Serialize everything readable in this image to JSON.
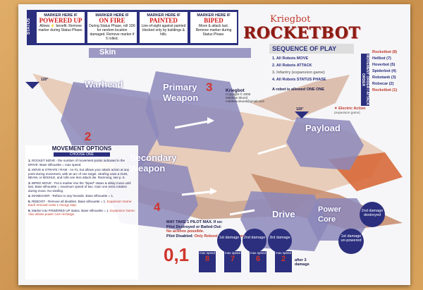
{
  "status": {
    "label": "STATUS",
    "powered_up": {
      "head": "MARKER HERE IF",
      "big": "POWERED UP",
      "text": "Allows ⚡ benefit. Remove marker during Status Phase."
    },
    "on_fire": {
      "head": "MARKER HERE IF",
      "big": "ON FIRE",
      "text": "During Status Phase, roll 1D6 for random location damaged. Remove marker if 5 rolled."
    },
    "painted": {
      "head": "MARKER HERE IF",
      "big": "PAINTED",
      "text": "Line-of-sight against painted blocked only by buildings & hills."
    },
    "biped": {
      "head": "MARKER HERE IF",
      "big": "BIPED",
      "text": "Move & attack last. Remove marker during Status Phase."
    }
  },
  "logo": {
    "brand": "Kriegbot",
    "name": "ROCKETBOT"
  },
  "zones": {
    "skin": "Skin",
    "warhead": "Warhead",
    "primary": "Primary\nWeapon",
    "secondary": "Secondary\nWeapon",
    "payload": "Payload",
    "drive": "Drive",
    "power_core": "Power\nCore",
    "num_primary": "3",
    "num_secondary": "2",
    "num_drive": "4",
    "num_warhead_arc": "120°",
    "num_payload_arc": "120°"
  },
  "sequence": {
    "title": "SEQUENCE OF PLAY",
    "lines": [
      "1. All Robots MOVE",
      "2. All Robots ATTACK",
      "3. Infantry (expansion game)",
      "4. All Robots STATUS PHASE"
    ],
    "reboot_note": "A robot is allowed ONE ONE",
    "movement_order_label": "MOVEMENT ORDER / ATTACK ORDER",
    "order": [
      "Rocketbot (8)",
      "Hellbot (7)",
      "Hoverbot (5)",
      "Spiderbot (4)",
      "Robotank (3)",
      "Robocar (2)",
      "Rocketbot (1)"
    ]
  },
  "credit": {
    "title": "Kriegbot",
    "lines": [
      "Copyright © 2008",
      "Matthew Skund",
      "matthew.skund@gmail.com"
    ]
  },
  "electric": {
    "label": "Electric Action",
    "sub": "(expansion game)"
  },
  "movement": {
    "title": "MOVEMENT OPTIONS",
    "sub": "CHOOSE ONE",
    "items": [
      {
        "num": "1.",
        "text": "ROCKET MOVE - the number of movement points indicated in the DRIVE. Base silhouette = max speed."
      },
      {
        "num": "2.",
        "text": "MOVE & STRAFE / RAM - As #1, but allows your attack action at any point during movement, with an arc of one target. Strafing uses a GUN, BEAM, or MISSILE, and rolls one less attack die. Ramming, see p. 6."
      },
      {
        "num": "3.",
        "text": "BIPED MOVE - Put a marker into the \"biped\" status & delay move until last. Base silhouette = maximum speed of two. Gain one extra rotation during move. No strafing."
      },
      {
        "num": "4.",
        "text": "MANEUVER - Reface to any hexside. Base silhouette = 1."
      },
      {
        "num": "5.",
        "text": "REBOOT - Remove all disables. Base silhouette = 1.",
        "extra": "Expansion Game: Each removal costs 1 energy step."
      },
      {
        "num": "6.",
        "text": "Marker into POWERED UP status. Base silhouette = 1.",
        "extra": "Expansion Game: Also allows power core recharge."
      }
    ]
  },
  "pilot": {
    "line1": "MAY TAKE 1 PILOT MAX. If so:",
    "line2": "Pilot Destroyed or Bailed-Out:",
    "line3": "No actions possible.",
    "line4": "Pilot Disabled:",
    "line4b": "Only Reboot or Bail-Out possible."
  },
  "zero_one": "0,1",
  "damage": {
    "first": "1st damage",
    "second": "2nd damage",
    "third": "3rd damage",
    "after3": "after 3 damage",
    "max_speed": "max speed",
    "speeds": [
      "8",
      "7",
      "6",
      "2"
    ],
    "core_2nd": "2nd damage",
    "core_destroyed": "destroyed",
    "core_1st": "1st damage",
    "core_un_powered": "un-powered"
  },
  "colors": {
    "navy": "#2b2f7e",
    "red": "#d0342c",
    "lavender": "#8c88bb"
  }
}
